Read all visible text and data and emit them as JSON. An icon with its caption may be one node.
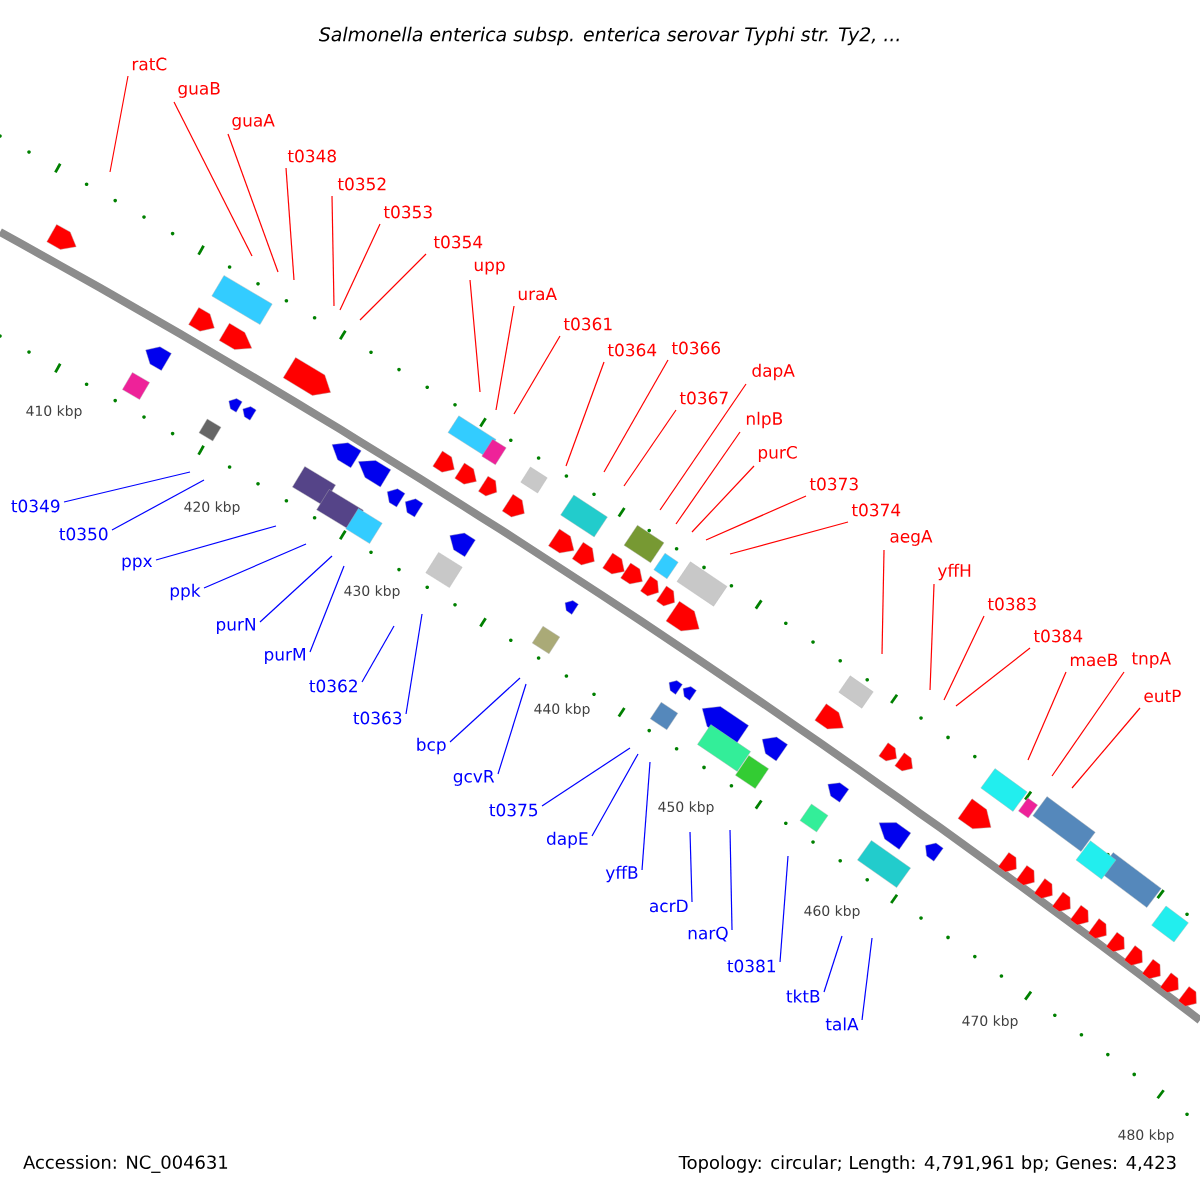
{
  "diagram": {
    "title": "Salmonella enterica subsp. enterica serovar Typhi str. Ty2, ...",
    "nodes": [
      {
        "text": [
          "ratC"
        ]
      },
      {
        "text": [
          "guaB"
        ]
      },
      {
        "text": [
          "guaA"
        ]
      },
      {
        "text": [
          "t0348"
        ]
      },
      {
        "text": [
          "t0352"
        ]
      },
      {
        "text": [
          "t0353"
        ]
      },
      {
        "text": [
          "t0354"
        ]
      },
      {
        "text": [
          "upp"
        ]
      },
      {
        "text": [
          "uraA"
        ]
      },
      {
        "text": [
          "t0361"
        ]
      },
      {
        "text": [
          "t0364"
        ]
      },
      {
        "text": [
          "t0366"
        ]
      },
      {
        "text": [
          "t0367"
        ]
      },
      {
        "text": [
          "dapA"
        ]
      },
      {
        "text": [
          "nlpB"
        ]
      },
      {
        "text": [
          "purC"
        ]
      },
      {
        "text": [
          "t0373"
        ]
      },
      {
        "text": [
          "t0374"
        ]
      },
      {
        "text": [
          "aegA"
        ]
      },
      {
        "text": [
          "yffH"
        ]
      },
      {
        "text": [
          "t0383"
        ]
      },
      {
        "text": [
          "t0384"
        ]
      },
      {
        "text": [
          "maeB"
        ]
      },
      {
        "text": [
          "tnpA"
        ]
      },
      {
        "text": [
          "eutP"
        ]
      },
      {
        "text": [
          "t0349"
        ]
      },
      {
        "text": [
          "t0350"
        ]
      },
      {
        "text": [
          "ppx"
        ]
      },
      {
        "text": [
          "ppk"
        ]
      },
      {
        "text": [
          "purN"
        ]
      },
      {
        "text": [
          "purM"
        ]
      },
      {
        "text": [
          "t0362"
        ]
      },
      {
        "text": [
          "t0363"
        ]
      },
      {
        "text": [
          "bcp"
        ]
      },
      {
        "text": [
          "gcvR"
        ]
      },
      {
        "text": [
          "t0375"
        ]
      },
      {
        "text": [
          "dapE"
        ]
      },
      {
        "text": [
          "yffB"
        ]
      },
      {
        "text": [
          "acrD"
        ]
      },
      {
        "text": [
          "narQ"
        ]
      },
      {
        "text": [
          "t0381"
        ]
      },
      {
        "text": [
          "tktB"
        ]
      },
      {
        "text": [
          "talA"
        ]
      }
    ],
    "edges": [
      {
        "from": 0,
        "to": null,
        "arrow": "none"
      },
      {
        "from": 1,
        "to": null,
        "arrow": "none"
      },
      {
        "from": 2,
        "to": null,
        "arrow": "none"
      },
      {
        "from": 3,
        "to": null,
        "arrow": "none"
      },
      {
        "from": 4,
        "to": null,
        "arrow": "none"
      },
      {
        "from": 5,
        "to": null,
        "arrow": "none"
      },
      {
        "from": 6,
        "to": null,
        "arrow": "none"
      },
      {
        "from": 7,
        "to": null,
        "arrow": "none"
      },
      {
        "from": 8,
        "to": null,
        "arrow": "none"
      },
      {
        "from": 9,
        "to": null,
        "arrow": "none"
      },
      {
        "from": 10,
        "to": null,
        "arrow": "none"
      },
      {
        "from": 11,
        "to": null,
        "arrow": "none"
      },
      {
        "from": 12,
        "to": null,
        "arrow": "none"
      },
      {
        "from": 13,
        "to": null,
        "arrow": "none"
      },
      {
        "from": 14,
        "to": null,
        "arrow": "none"
      },
      {
        "from": 15,
        "to": null,
        "arrow": "none"
      },
      {
        "from": 16,
        "to": null,
        "arrow": "none"
      },
      {
        "from": 17,
        "to": null,
        "arrow": "none"
      },
      {
        "from": 18,
        "to": null,
        "arrow": "none"
      },
      {
        "from": 19,
        "to": null,
        "arrow": "none"
      },
      {
        "from": 20,
        "to": null,
        "arrow": "none"
      },
      {
        "from": 21,
        "to": null,
        "arrow": "none"
      },
      {
        "from": 22,
        "to": null,
        "arrow": "none"
      },
      {
        "from": 23,
        "to": null,
        "arrow": "none"
      },
      {
        "from": 24,
        "to": null,
        "arrow": "none"
      },
      {
        "from": 25,
        "to": null,
        "arrow": "none",
        "color": "#0000ff"
      },
      {
        "from": 26,
        "to": null,
        "arrow": "none",
        "color": "#0000ff"
      },
      {
        "from": 27,
        "to": null,
        "arrow": "none",
        "color": "#0000ff"
      },
      {
        "from": 28,
        "to": null,
        "arrow": "none",
        "color": "#0000ff"
      },
      {
        "from": 29,
        "to": null,
        "arrow": "none",
        "color": "#0000ff"
      },
      {
        "from": 30,
        "to": null,
        "arrow": "none",
        "color": "#0000ff"
      },
      {
        "from": 31,
        "to": null,
        "arrow": "none",
        "color": "#0000ff"
      },
      {
        "from": 32,
        "to": null,
        "arrow": "none",
        "color": "#0000ff"
      },
      {
        "from": 33,
        "to": null,
        "arrow": "none",
        "color": "#0000ff"
      },
      {
        "from": 34,
        "to": null,
        "arrow": "none",
        "color": "#0000ff"
      },
      {
        "from": 35,
        "to": null,
        "arrow": "none",
        "color": "#0000ff"
      },
      {
        "from": 36,
        "to": null,
        "arrow": "none",
        "color": "#0000ff"
      },
      {
        "from": 37,
        "to": null,
        "arrow": "none",
        "color": "#0000ff"
      },
      {
        "from": 38,
        "to": null,
        "arrow": "none",
        "color": "#0000ff"
      },
      {
        "from": 39,
        "to": null,
        "arrow": "none",
        "color": "#0000ff"
      },
      {
        "from": 40,
        "to": null,
        "arrow": "none",
        "color": "#0000ff"
      },
      {
        "from": 41,
        "to": null,
        "arrow": "none",
        "color": "#0000ff"
      },
      {
        "from": 42,
        "to": null,
        "arrow": "none",
        "color": "#0000ff"
      }
    ],
    "labels": [
      "410 kbp",
      "420 kbp",
      "430 kbp",
      "440 kbp",
      "450 kbp",
      "460 kbp",
      "470 kbp",
      "480 kbp",
      "Accession: NC_004631",
      "Topology: circular; Length: 4,791,961 bp; Genes: 4,423"
    ]
  }
}
